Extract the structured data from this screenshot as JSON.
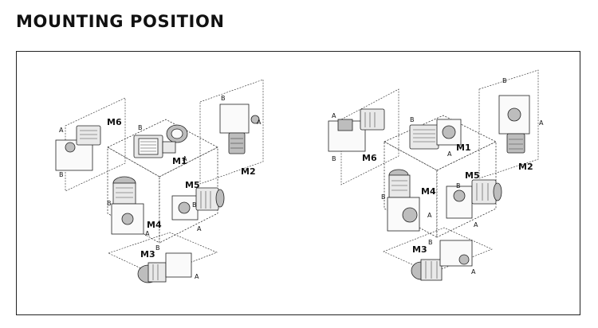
{
  "header": {
    "title": "MOUNTING POSITION"
  },
  "diagrams": [
    {
      "positions": [
        "M1",
        "M2",
        "M3",
        "M4",
        "M5",
        "M6"
      ],
      "markers": [
        "A",
        "B",
        "A",
        "B",
        "A",
        "B",
        "A",
        "B",
        "A",
        "B",
        "A",
        "B"
      ]
    },
    {
      "positions": [
        "M1",
        "M2",
        "M3",
        "M4",
        "M5",
        "M6"
      ],
      "markers": [
        "A",
        "B",
        "A",
        "B",
        "A",
        "B",
        "A",
        "B",
        "A",
        "B",
        "A",
        "B"
      ]
    }
  ],
  "colors": {
    "line": "#222222",
    "metal": "#e9e9e9",
    "shadow": "#bdbdbd"
  }
}
